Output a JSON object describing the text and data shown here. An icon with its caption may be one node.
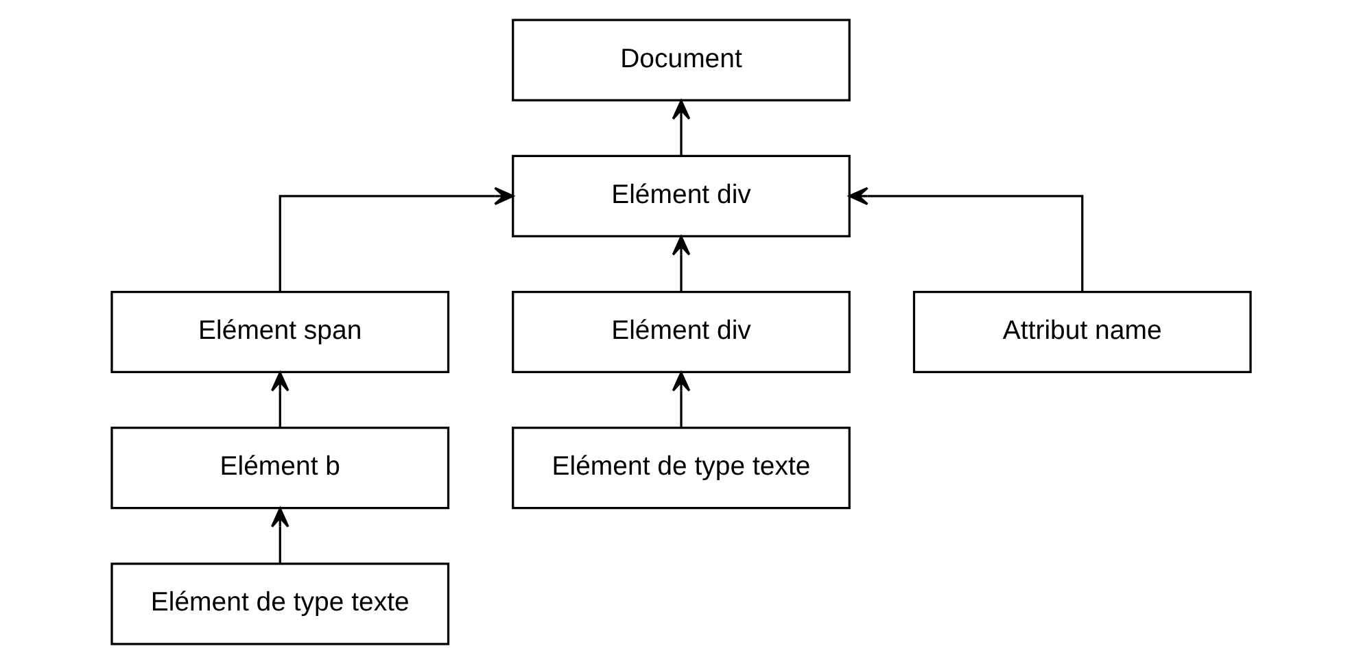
{
  "diagram": {
    "nodes": [
      {
        "text": [
          "Document"
        ]
      },
      {
        "text": [
          "Elément div"
        ]
      },
      {
        "text": [
          "Elément span"
        ]
      },
      {
        "text": [
          "Elément div"
        ]
      },
      {
        "text": [
          "Attribut name"
        ]
      },
      {
        "text": [
          "Elément b"
        ]
      },
      {
        "text": [
          "Elément de type texte"
        ]
      },
      {
        "text": [
          "Elément de type texte"
        ]
      }
    ],
    "edges": [
      {
        "from": 1,
        "to": 0,
        "arrow": "to"
      },
      {
        "from": 2,
        "to": 1,
        "arrow": "to"
      },
      {
        "from": 3,
        "to": 1,
        "arrow": "to"
      },
      {
        "from": 4,
        "to": 1,
        "arrow": "to"
      },
      {
        "from": 5,
        "to": 2,
        "arrow": "to"
      },
      {
        "from": 6,
        "to": 3,
        "arrow": "to"
      },
      {
        "from": 7,
        "to": 5,
        "arrow": "to"
      }
    ]
  }
}
